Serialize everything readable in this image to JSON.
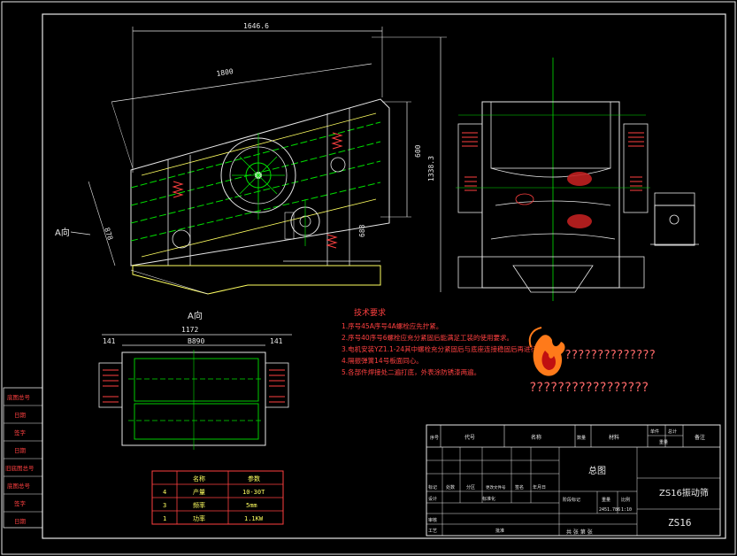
{
  "drawing": {
    "view_a_top_label": "A向",
    "view_a_label": "A向",
    "dims": {
      "top_length": "1646.6",
      "diag_length": "1800",
      "left_angle": "A向",
      "height_right": "600",
      "height_total": "1338.3",
      "side_dim": "688",
      "diag_small": "878",
      "bottom_total": "1172",
      "bottom_mid": "B890",
      "bottom_left": "141",
      "bottom_right": "141"
    },
    "notes": {
      "title": "技术要求",
      "lines": [
        "1.序号45A序号4A螺栓应先拧紧。",
        "2.序号40序号6螺栓应充分紧固后能满足工装的使用要求。",
        "3.电机安装YZ1.1-24其中螺栓充分紧固后与底座连接稳固后再进行。",
        "4.隔振弹簧14号板面同心。",
        "5.各部件焊接处二遍打底，外表涂防锈漆两遍。"
      ]
    },
    "logo_text": "??????????????",
    "logo_text2": "?????????????????"
  },
  "left_column": [
    "底图总号",
    "日期",
    "签字",
    "日期",
    "旧底图总号",
    "底图总号",
    "签字",
    "日期"
  ],
  "spec_table": {
    "headers": [
      "",
      "名称",
      "参数"
    ],
    "rows": [
      [
        "4",
        "产量",
        "10-30T"
      ],
      [
        "3",
        "频率",
        "5mm"
      ],
      [
        "1",
        "功率",
        "1.1KW"
      ]
    ]
  },
  "title_block": {
    "header": [
      "序号",
      "代号",
      "名称",
      "数量",
      "材料",
      "单件",
      "总计",
      "备注"
    ],
    "weight_label": "重量",
    "drawing_name": "总图",
    "product_name": "ZS16振动筛",
    "drawing_code": "ZS16",
    "labels": [
      "标记",
      "处数",
      "分区",
      "更改文件号",
      "签名",
      "年月日"
    ],
    "labels2": [
      "设计",
      "标准化",
      "审核",
      "工艺",
      "批准"
    ],
    "stage": "阶段标记",
    "weight": "重量",
    "scale": "比例",
    "weight_val": "2451.786",
    "scale_val": "1:10",
    "sheet": "共 张 第 张"
  }
}
